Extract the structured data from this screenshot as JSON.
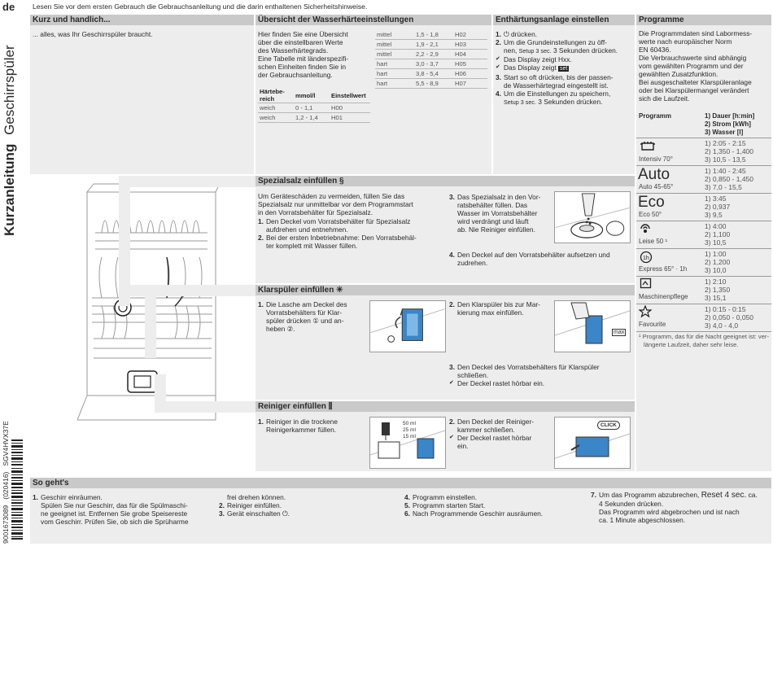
{
  "lang": "de",
  "intro": "Lesen Sie vor dem ersten Gebrauch die Gebrauchsanleitung und die darin enthaltenen Sicherheitshinweise.",
  "side": {
    "title_bold": "Kurzanleitung",
    "title_light": "Geschirrspüler",
    "codes": "9001673089   (020416)   SGV4HVX37E"
  },
  "kurz": {
    "title": "Kurz und handlich...",
    "text": "... alles, was Ihr Geschirrspüler braucht."
  },
  "uebersicht": {
    "title": "Übersicht der Wasserhärteeinstellungen",
    "text": [
      "Hier finden Sie eine Übersicht",
      "über die einstellbaren Werte",
      "des Wasserhärtegrads.",
      "Eine Tabelle mit länderspezifi-",
      "schen Einheiten finden Sie in",
      "der Gebrauchsanleitung."
    ],
    "head1": "Härtebe-",
    "head1b": "reich",
    "head2": "mmol/l",
    "head3": "Einstellwert",
    "rows_left": [
      [
        "weich",
        "0 - 1,1",
        "H00"
      ],
      [
        "weich",
        "1,2 - 1,4",
        "H01"
      ]
    ],
    "rows_right": [
      [
        "mittel",
        "1,5 - 1,8",
        "H02"
      ],
      [
        "mittel",
        "1,9 - 2,1",
        "H03"
      ],
      [
        "mittel",
        "2,2 - 2,9",
        "H04"
      ],
      [
        "hart",
        "3,0 - 3,7",
        "H05"
      ],
      [
        "hart",
        "3,8 - 5,4",
        "H06"
      ],
      [
        "hart",
        "5,5 - 8,9",
        "H07"
      ]
    ]
  },
  "anlage": {
    "title": "Enthärtungsanlage einstellen",
    "s1n": "1.",
    "s1": "⏻ drücken.",
    "s2n": "2.",
    "s2a": "Um die Grundeinstellungen zu öff-",
    "s2b": "nen,",
    "s2c": "Setup 3 sec.",
    "s2d": "3 Sekunden drücken.",
    "c1": "Das Display zeigt Hxx.",
    "c2a": "Das Display zeigt",
    "c2b": "set",
    "s3n": "3.",
    "s3a": "Start so oft drücken, bis der passen-",
    "s3b": "de Wasserhärtegrad eingestellt ist.",
    "s4n": "4.",
    "s4a": "Um die Einstellungen zu speichern,",
    "s4b": "Setup 3 sec.",
    "s4c": "3 Sekunden drücken."
  },
  "programme": {
    "title": "Programme",
    "text": [
      "Die Programmdaten sind Labormess-",
      "werte nach europäischer Norm",
      "EN 60436.",
      "Die Verbrauchswerte sind abhängig",
      "vom gewählten Programm und der",
      "gewählten Zusatzfunktion.",
      "Bei ausgeschalteter Klarspüleranlage",
      "oder bei Klarspülermangel verändert",
      "sich die Laufzeit."
    ],
    "col1": "Programm",
    "col2a": "1) Dauer [h:min]",
    "col2b": "2) Strom [kWh]",
    "col2c": "3) Wasser [l]",
    "rows": [
      {
        "name": "Intensiv 70°",
        "v1": "1) 2:05 - 2:15",
        "v2": "2) 1,350 - 1,400",
        "v3": "3) 10,5 - 13,5"
      },
      {
        "name": "Auto 45-65°",
        "big": "Auto",
        "v1": "1) 1:40 - 2:45",
        "v2": "2) 0,850 - 1,450",
        "v3": "3) 7,0 - 15,5"
      },
      {
        "name": "Eco 50°",
        "big": "Eco",
        "v1": "1) 3:45",
        "v2": "2) 0,937",
        "v3": "3) 9,5"
      },
      {
        "name": "Leise 50 ¹",
        "v1": "1) 4:00",
        "v2": "2) 1,100",
        "v3": "3) 10,5"
      },
      {
        "name": "Express 65° · 1h",
        "v1": "1) 1:00",
        "v2": "2) 1,200",
        "v3": "3) 10,0"
      },
      {
        "name": "Maschinenpflege",
        "v1": "1) 2:10",
        "v2": "2) 1,350",
        "v3": "3) 15,1"
      },
      {
        "name": "Favourite",
        "v1": "1) 0:15 - 0:15",
        "v2": "2) 0,050 - 0,050",
        "v3": "3) 4,0 - 4,0"
      }
    ],
    "foot_n": "¹",
    "foot1": "Programm, das für die Nacht geeignet ist: ver-",
    "foot2": "längerte Laufzeit, daher sehr leise."
  },
  "salz": {
    "title": "Spezialsalz einfüllen",
    "text": [
      "Um Geräteschäden zu vermeiden, füllen Sie das",
      "Spezialsalz nur unmittelbar vor dem Programmstart",
      "in den Vorratsbehälter für Spezialsalz."
    ],
    "s1n": "1.",
    "s1": [
      "Den Deckel vom Vorratsbehälter für Spezialsalz",
      "aufdrehen und entnehmen."
    ],
    "s2n": "2.",
    "s2": [
      "Bei der ersten Inbetriebnahme: Den Vorratsbehäl-",
      "ter komplett mit Wasser füllen."
    ],
    "s3n": "3.",
    "s3": [
      "Das Spezialsalz in den Vor-",
      "ratsbehälter füllen. Das",
      "Wasser im Vorratsbehälter",
      "wird verdrängt und läuft",
      "ab. Nie Reiniger einfüllen."
    ],
    "s4n": "4.",
    "s4": [
      "Den Deckel auf den Vorratsbehälter aufsetzen und",
      "zudrehen."
    ]
  },
  "klar": {
    "title": "Klarspüler einfüllen",
    "s1n": "1.",
    "s1": [
      "Die Lasche am Deckel des",
      "Vorratsbehälters für Klar-",
      "spüler drücken ① und an-",
      "heben ②."
    ],
    "s2n": "2.",
    "s2": [
      "Den Klarspüler bis zur Mar-",
      "kierung max einfüllen."
    ],
    "max": "max",
    "s3n": "3.",
    "s3": [
      "Den Deckel des Vorratsbehälters für Klarspüler",
      "schließen."
    ],
    "c1": "Der Deckel rastet hörbar ein."
  },
  "reiniger": {
    "title": "Reiniger einfüllen",
    "s1n": "1.",
    "s1": [
      "Reiniger in die trockene",
      "Reinigerkammer füllen."
    ],
    "m50": "50 ml",
    "m25": "25 ml",
    "m15": "15 ml",
    "s2n": "2.",
    "s2": [
      "Den Deckel der Reiniger-",
      "kammer schließen."
    ],
    "c1a": "Der Deckel rastet hörbar",
    "c1b": "ein.",
    "click": "CLICK"
  },
  "sogehts": {
    "title": "So geht's",
    "s1n": "1.",
    "s1": [
      "Geschirr einräumen.",
      "Spülen Sie nur Geschirr, das für die Spülmaschi-",
      "ne geeignet ist. Entfernen Sie grobe Speisereste",
      "vom Geschirr. Prüfen Sie, ob sich die Sprüharme"
    ],
    "s1c": "frei drehen können.",
    "s2n": "2.",
    "s2": "Reiniger einfüllen.",
    "s3n": "3.",
    "s3": "Gerät einschalten ⏻.",
    "s4n": "4.",
    "s4": "Programm einstellen.",
    "s5n": "5.",
    "s5a": "Programm starten",
    "s5b": "Start.",
    "s6n": "6.",
    "s6": "Nach Programmende Geschirr ausräumen.",
    "s7n": "7.",
    "s7a": "Um das Programm abzubrechen,",
    "s7b": "Reset 4 sec.",
    "s7c": "ca.",
    "s7d": [
      "4 Sekunden drücken.",
      "Das Programm wird abgebrochen und ist nach",
      "ca. 1 Minute abgeschlossen."
    ]
  }
}
